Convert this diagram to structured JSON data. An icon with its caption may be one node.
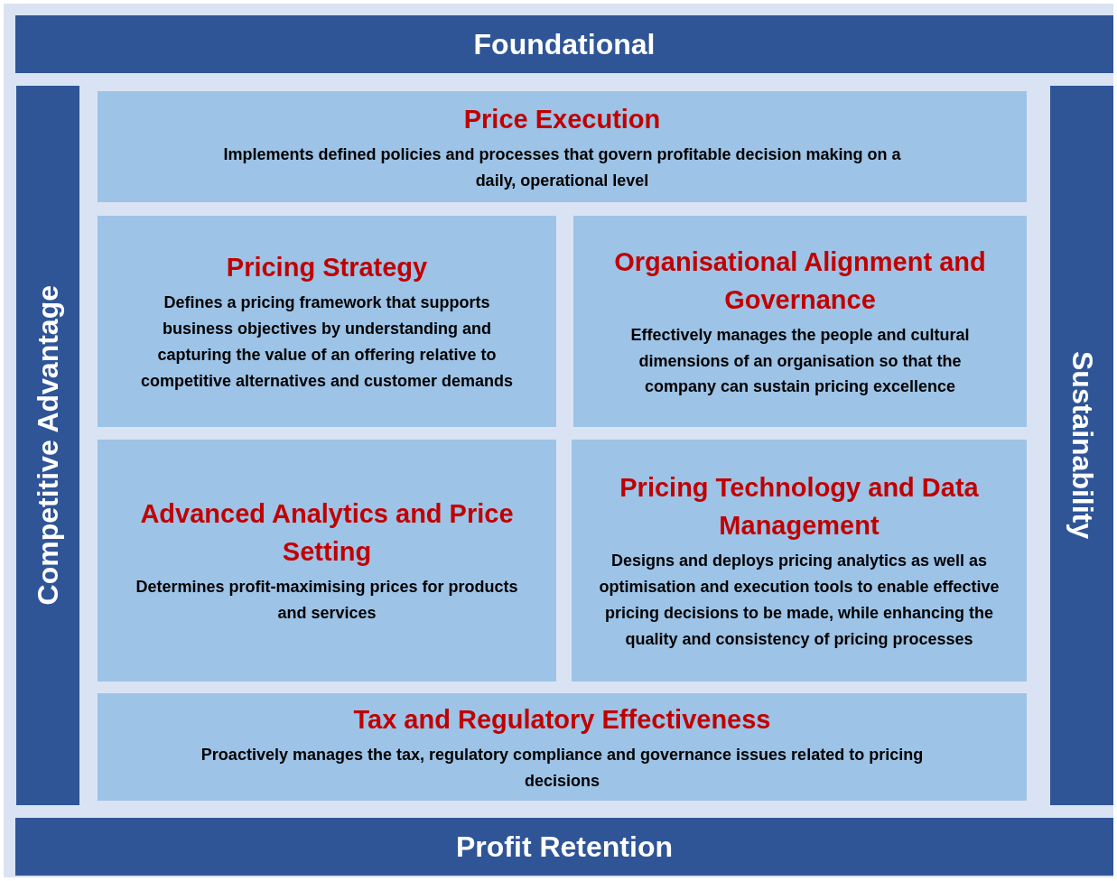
{
  "diagram": {
    "nodes": [
      {
        "text": [
          "Foundational"
        ]
      },
      {
        "text": [
          "Competitive Advantage"
        ]
      },
      {
        "text": [
          "Price Execution",
          "Implements defined policies and processes that govern profitable decision making on a daily, operational level"
        ]
      },
      {
        "text": [
          "Pricing Strategy",
          "Defines a pricing framework that supports business objectives by understanding and capturing the value of an offering relative to competitive alternatives and customer demands"
        ]
      },
      {
        "text": [
          "Organisational Alignment and Governance",
          "Effectively manages the people and cultural dimensions of an organisation so that the company can sustain pricing excellence"
        ]
      },
      {
        "text": [
          "Advanced Analytics and Price Setting",
          "Determines profit-maximising prices for products and services"
        ]
      },
      {
        "text": [
          "Pricing Technology and Data Management",
          "Designs and deploys pricing analytics as well as optimisation and execution tools to enable effective pricing decisions to be made, while enhancing the quality and consistency of pricing processes"
        ]
      },
      {
        "text": [
          "Tax and Regulatory Effectiveness",
          "Proactively manages the tax, regulatory compliance and governance issues related to pricing decisions"
        ]
      },
      {
        "text": [
          "Sustainability"
        ]
      },
      {
        "text": [
          "Profit Retention"
        ]
      }
    ]
  }
}
